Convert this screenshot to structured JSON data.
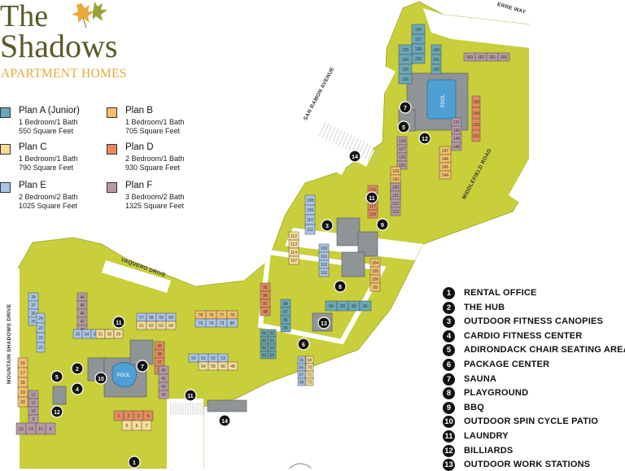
{
  "brand": {
    "name_line1": "The",
    "name_line2": "Shadows",
    "tagline": "APARTMENT HOMES"
  },
  "colors": {
    "ground": "#c8cf3b",
    "plan_a": "#6aa8b8",
    "plan_b": "#f4be6a",
    "plan_c": "#f6dc96",
    "plan_d": "#e38a5e",
    "plan_e": "#a9c4e8",
    "plan_f": "#b79aa6",
    "amenity": "#8f9497",
    "pool": "#4f9fd4",
    "brand_text": "#5a5a2a",
    "tagline": "#e8a93a"
  },
  "plans": [
    {
      "name": "Plan A (Junior)",
      "beds": "1 Bedroom/1 Bath",
      "area": "550 Square Feet",
      "color": "#6aa8b8"
    },
    {
      "name": "Plan B",
      "beds": "1 Bedroom/1 Bath",
      "area": "705 Square Feet",
      "color": "#f4be6a"
    },
    {
      "name": "Plan C",
      "beds": "1 Bedroom/1 Bath",
      "area": "790 Square Feet",
      "color": "#f6dc96"
    },
    {
      "name": "Plan D",
      "beds": "2 Bedroom/1 Bath",
      "area": "930 Square Feet",
      "color": "#e38a5e"
    },
    {
      "name": "Plan E",
      "beds": "2 Bedroom/2 Bath",
      "area": "1025 Square Feet",
      "color": "#a9c4e8"
    },
    {
      "name": "Plan F",
      "beds": "3 Bedroom/2 Bath",
      "area": "1325 Square Feet",
      "color": "#b79aa6"
    }
  ],
  "amenities": [
    {
      "num": "1",
      "label": "RENTAL OFFICE"
    },
    {
      "num": "2",
      "label": "THE HUB"
    },
    {
      "num": "3",
      "label": "OUTDOOR FITNESS CANOPIES"
    },
    {
      "num": "4",
      "label": "CARDIO FITNESS CENTER"
    },
    {
      "num": "5",
      "label": "ADIRONDACK CHAIR SEATING AREA"
    },
    {
      "num": "6",
      "label": "PACKAGE CENTER"
    },
    {
      "num": "7",
      "label": "SAUNA"
    },
    {
      "num": "8",
      "label": "PLAYGROUND"
    },
    {
      "num": "9",
      "label": "BBQ"
    },
    {
      "num": "10",
      "label": "OUTDOOR SPIN CYCLE PATIO"
    },
    {
      "num": "11",
      "label": "LAUNDRY"
    },
    {
      "num": "12",
      "label": "BILLIARDS"
    },
    {
      "num": "13",
      "label": "OUTDOOR WORK STATIONS"
    }
  ],
  "streets": {
    "s1": "SAN RAMON AVENUE",
    "s2": "MIDDLEFIELD ROAD",
    "s3": "VAQUERO DRIVE",
    "s4": "MOUNTAIN SHADOWS DRIVE",
    "s5": "ERRE WAY"
  },
  "pool_label": "POOL",
  "buildings": [
    {
      "plan": "plan_a",
      "nums": [
        "136",
        "137",
        "138",
        "139"
      ]
    },
    {
      "plan": "plan_a",
      "nums": [
        "135",
        "134",
        "133",
        "132"
      ]
    },
    {
      "plan": "plan_a",
      "nums": [
        "140",
        "141",
        "142"
      ]
    },
    {
      "plan": "plan_f",
      "nums": [
        "163",
        "162",
        "161",
        "160"
      ]
    },
    {
      "plan": "plan_d",
      "nums": [
        "155",
        "154",
        "153",
        "152"
      ]
    },
    {
      "plan": "plan_f",
      "nums": [
        "151",
        "150",
        "149",
        "148"
      ]
    },
    {
      "plan": "plan_b",
      "nums": [
        "147",
        "146",
        "145",
        "144"
      ]
    },
    {
      "plan": "plan_f",
      "nums": [
        "128",
        "127",
        "126",
        "125"
      ]
    },
    {
      "plan": "plan_b",
      "nums": [
        "129",
        "130",
        "131",
        "124"
      ]
    },
    {
      "plan": "plan_f",
      "nums": [
        "120",
        "121",
        "122",
        "123"
      ]
    },
    {
      "plan": "plan_d",
      "nums": [
        "115",
        "116",
        "117",
        "118"
      ]
    },
    {
      "plan": "plan_e",
      "nums": [
        "108",
        "109",
        "110",
        "111"
      ]
    },
    {
      "plan": "plan_c",
      "nums": [
        "112",
        "113",
        "114",
        "107"
      ]
    },
    {
      "plan": "plan_e",
      "nums": [
        "100",
        "101",
        "102",
        "103"
      ]
    },
    {
      "plan": "plan_b",
      "nums": [
        "104",
        "105",
        "106",
        "99"
      ]
    },
    {
      "plan": "plan_d",
      "nums": [
        "95",
        "96",
        "97",
        "98"
      ]
    },
    {
      "plan": "plan_a",
      "nums": [
        "88",
        "87",
        "86",
        "85"
      ]
    },
    {
      "plan": "plan_a",
      "nums": [
        "84",
        "83",
        "82",
        "81"
      ]
    },
    {
      "plan": "plan_a",
      "nums": [
        "96",
        "95",
        "94",
        "93"
      ]
    },
    {
      "plan": "plan_a",
      "nums": [
        "92",
        "91",
        "90",
        "89"
      ]
    },
    {
      "plan": "plan_e",
      "nums": [
        "65",
        "66",
        "67",
        "68"
      ]
    },
    {
      "plan": "plan_c",
      "nums": [
        "69",
        "70",
        "71",
        "72"
      ]
    },
    {
      "plan": "plan_b",
      "nums": [
        "78",
        "79",
        "77",
        "76"
      ]
    },
    {
      "plan": "plan_e",
      "nums": [
        "75",
        "74",
        "73",
        "80"
      ]
    },
    {
      "plan": "plan_e",
      "nums": [
        "50",
        "51",
        "52",
        "53"
      ]
    },
    {
      "plan": "plan_c",
      "nums": [
        "54",
        "55",
        "56",
        "49"
      ]
    },
    {
      "plan": "plan_e",
      "nums": [
        "57",
        "58",
        "59",
        "60"
      ]
    },
    {
      "plan": "plan_c",
      "nums": [
        "61",
        "62",
        "63",
        "64"
      ]
    },
    {
      "plan": "plan_d",
      "nums": [
        "39",
        "38",
        "37",
        "36"
      ]
    },
    {
      "plan": "plan_f",
      "nums": [
        "40",
        "41",
        "42",
        "43"
      ]
    },
    {
      "plan": "plan_f",
      "nums": [
        "44",
        "45",
        "46",
        "47",
        "48"
      ]
    },
    {
      "plan": "plan_e",
      "nums": [
        "35",
        "34",
        "33",
        "32"
      ]
    },
    {
      "plan": "plan_c",
      "nums": [
        "31",
        "30",
        "29"
      ]
    },
    {
      "plan": "plan_e",
      "nums": [
        "28",
        "27",
        "26",
        "25"
      ]
    },
    {
      "plan": "plan_e",
      "nums": [
        "24",
        "23",
        "22",
        "21"
      ]
    },
    {
      "plan": "plan_b",
      "nums": [
        "16",
        "17",
        "18",
        "19",
        "20"
      ]
    },
    {
      "plan": "plan_f",
      "nums": [
        "12",
        "11",
        "10",
        "9"
      ]
    },
    {
      "plan": "plan_f",
      "nums": [
        "13",
        "14",
        "15",
        "8"
      ]
    },
    {
      "plan": "plan_d",
      "nums": [
        "1",
        "2",
        "3",
        "4"
      ]
    },
    {
      "plan": "plan_c",
      "nums": [
        "5",
        "6",
        "7"
      ]
    }
  ]
}
